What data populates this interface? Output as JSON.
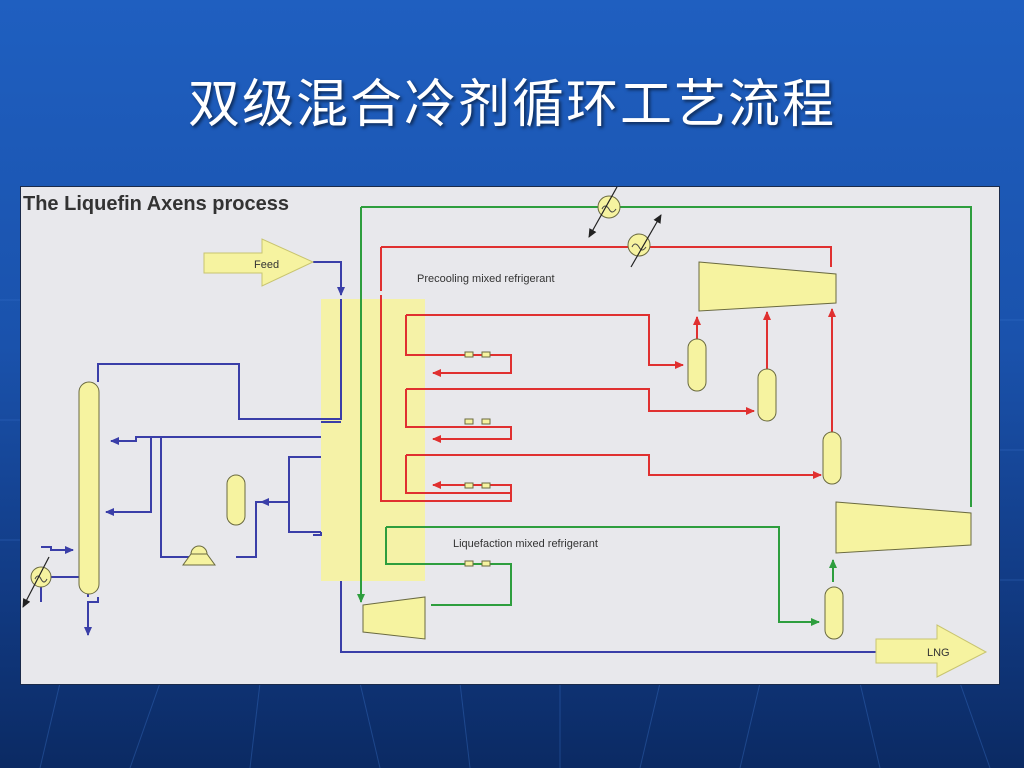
{
  "slide": {
    "title": "双级混合冷剂循环工艺流程"
  },
  "diagram": {
    "heading": "The Liquefin Axens process",
    "feed_label": "Feed",
    "precooling_label": "Precooling mixed refrigerant",
    "liquefaction_label": "Liquefaction mixed refrigerant",
    "product_label": "LNG"
  },
  "colors": {
    "background_top": "#1f5fc0",
    "background_bottom": "#0b2a63",
    "equipment_fill": "#f6f3a0",
    "gas_line": "#3a3ea8",
    "precooling_line": "#e03030",
    "liquefaction_line": "#2e9e3e"
  }
}
